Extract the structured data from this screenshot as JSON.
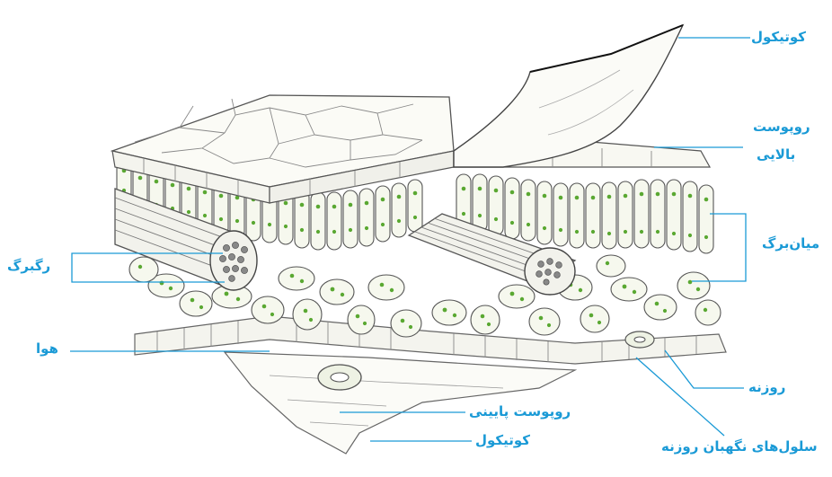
{
  "labels": {
    "cuticle_top": "کوتیکول",
    "upper_epidermis_line1": "روپوست",
    "upper_epidermis_line2": "بالایی",
    "mesophyll": "میان‌برگ",
    "vein": "رگبرگ",
    "air": "هوا",
    "stoma": "روزنه",
    "lower_epidermis": "روپوست پایینی",
    "cuticle_bottom": "کوتیکول",
    "guard_cells": "سلول‌های نگهبان روزنه"
  },
  "colors": {
    "label": "#1a9ad6",
    "leader": "#1a9ad6",
    "outline": "#555555",
    "chloroplast": "#5aa832",
    "cell_fill": "#f6f8ee"
  }
}
